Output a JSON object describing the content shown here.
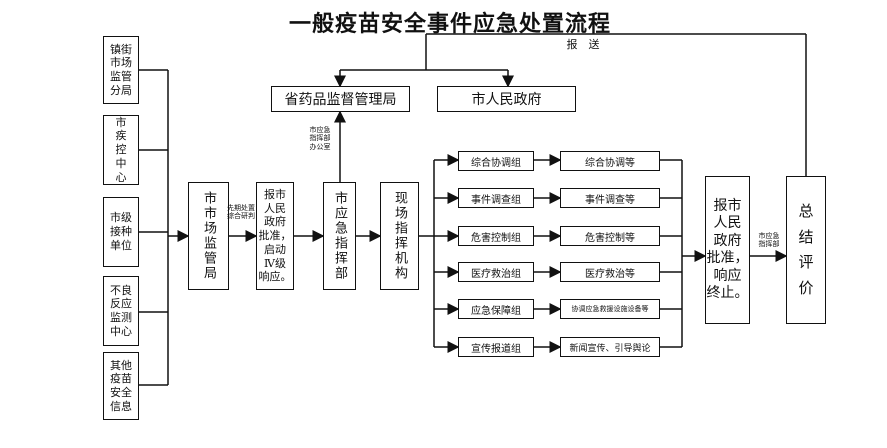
{
  "title": "一般疫苗安全事件应急处置流程",
  "sources": [
    "镇街\n市场\n监管\n分局",
    "市\n疾\n控\n中\n心",
    "市级\n接种\n单位",
    "不良\n反应\n监测\n中心",
    "其他\n疫苗\n安全\n信息"
  ],
  "market_bureau": "市市场监管局",
  "edge_initial": "先期处置\n综合研判",
  "report_gov": "报市\n人民\n政府\n批准，\n启动\nⅣ级\n响应。",
  "command_dept": "市应急指挥部",
  "edge_office": "市应急\n指挥部\n办公室",
  "top_left": "省药品监督管理局",
  "top_right": "市人民政府",
  "report_label": "报　送",
  "field_org": "现场指挥机构",
  "groups": [
    "综合协调组",
    "事件调查组",
    "危害控制组",
    "医疗救治组",
    "应急保障组",
    "宣传报道组"
  ],
  "tasks": [
    "综合协调等",
    "事件调查等",
    "危害控制等",
    "医疗救治等",
    "协调应急救援设施设备等",
    "新闻宣传、引导舆论"
  ],
  "report_end": "报市\n人民\n政府\n批准，\n响应\n终止。",
  "edge_command2": "市应急\n指挥部",
  "summary": "总\n结\n评\n价"
}
